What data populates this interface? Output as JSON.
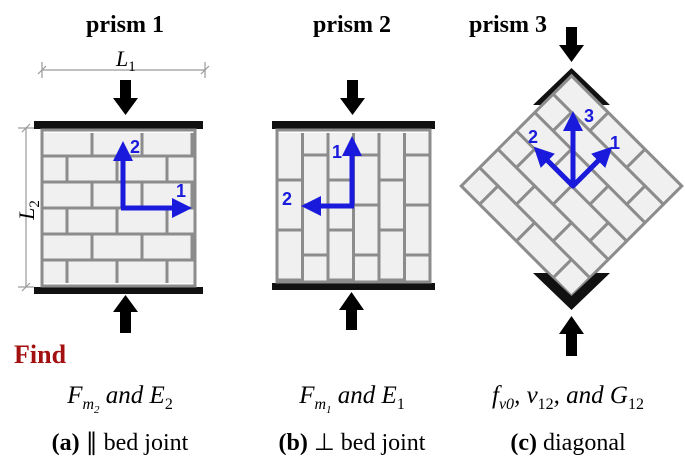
{
  "prisms": [
    {
      "title": "prism 1",
      "axis_h": "1",
      "axis_v": "2",
      "find": "F_{m2} and E_2",
      "caption_prefix": "(a)",
      "caption_symbol": "∥",
      "caption_text": "bed joint"
    },
    {
      "title": "prism 2",
      "axis_h": "2",
      "axis_v": "1",
      "find": "F_{m1} and E_1",
      "caption_prefix": "(b)",
      "caption_symbol": "⊥",
      "caption_text": "bed joint"
    },
    {
      "title": "prism 3",
      "axis_l": "2",
      "axis_v": "3",
      "axis_r": "1",
      "find": "f_{v0}, ν_{12}, and G_{12}",
      "caption_prefix": "(c)",
      "caption_text": "diagonal"
    }
  ],
  "dims": {
    "width": "L",
    "width_sub": "1",
    "height": "L",
    "height_sub": "2"
  },
  "find_label": "Find",
  "colors": {
    "axis": "#1a1adc",
    "find": "#a31010",
    "mortar": "#8c8c8c",
    "brick": "#f0f0f0",
    "platen": "#111111"
  }
}
